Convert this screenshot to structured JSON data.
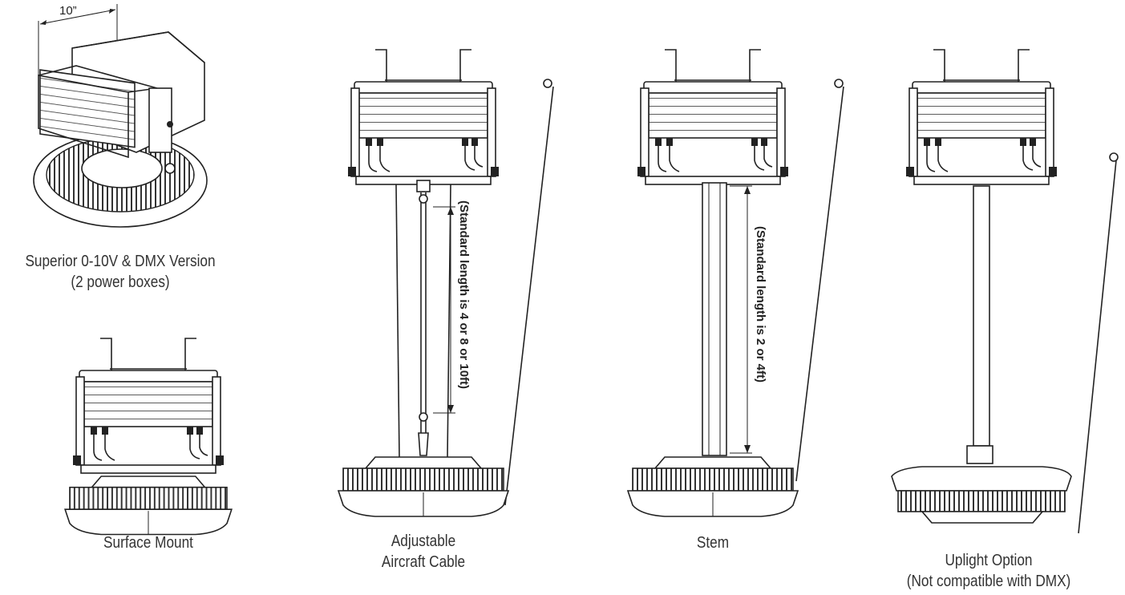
{
  "iso_view": {
    "dimension": "10”",
    "caption_line1": "Superior 0-10V & DMX Version",
    "caption_line2": "(2 power boxes)"
  },
  "surface_mount": {
    "caption": "Surface Mount"
  },
  "aircraft_cable": {
    "caption_line1": "Adjustable",
    "caption_line2": "Aircraft Cable",
    "length_note": "(Standard length is 4 or 8 or 10ft)"
  },
  "stem": {
    "caption": "Stem",
    "length_note": "(Standard length is 2 or 4ft)"
  },
  "uplight": {
    "caption_line1": "Uplight Option",
    "caption_line2": "(Not compatible with DMX)"
  }
}
